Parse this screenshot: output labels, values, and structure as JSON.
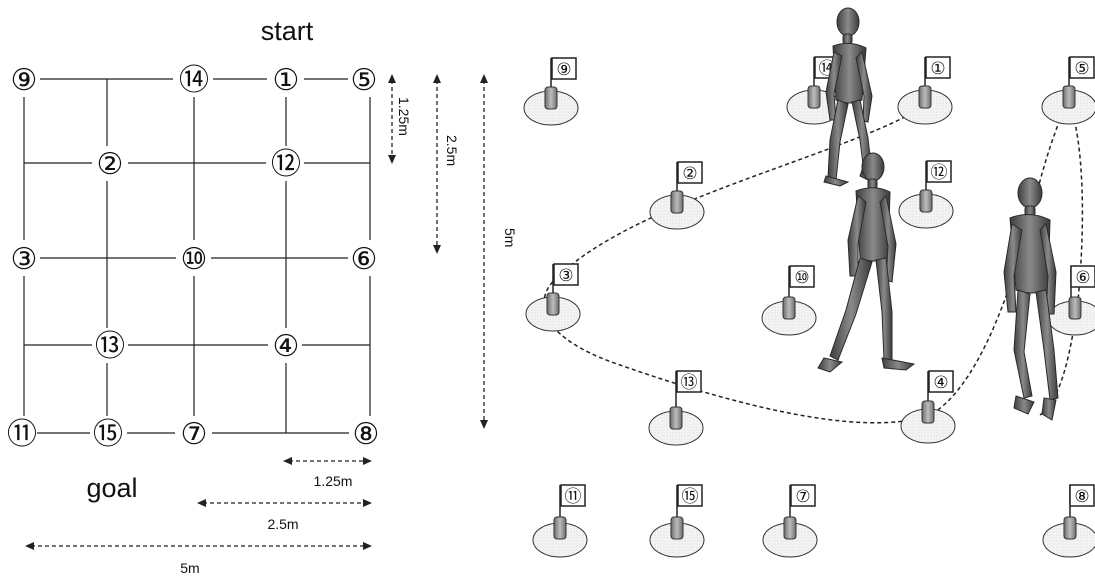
{
  "start_label": "start",
  "goal_label": "goal",
  "grid_nodes": [
    {
      "id": "n9",
      "label": "⑨"
    },
    {
      "id": "n14",
      "label": "⑭"
    },
    {
      "id": "n1",
      "label": "①"
    },
    {
      "id": "n5",
      "label": "⑤"
    },
    {
      "id": "n2",
      "label": "②"
    },
    {
      "id": "n12",
      "label": "⑫"
    },
    {
      "id": "n3",
      "label": "③"
    },
    {
      "id": "n10",
      "label": "⑩"
    },
    {
      "id": "n6",
      "label": "⑥"
    },
    {
      "id": "n13",
      "label": "⑬"
    },
    {
      "id": "n4",
      "label": "④"
    },
    {
      "id": "n11",
      "label": "⑪"
    },
    {
      "id": "n15",
      "label": "⑮"
    },
    {
      "id": "n7",
      "label": "⑦"
    },
    {
      "id": "n8",
      "label": "⑧"
    }
  ],
  "dimensions": {
    "d125": "1.25m",
    "d25": "2.5m",
    "d5": "5m"
  },
  "flag_labels": {
    "f9": "⑨",
    "f14": "⑭",
    "f1": "①",
    "f5": "⑤",
    "f2": "②",
    "f12": "⑫",
    "f3": "③",
    "f10": "⑩",
    "f6": "⑥",
    "f13": "⑬",
    "f4": "④",
    "f11": "⑪",
    "f15": "⑮",
    "f7": "⑦",
    "f8": "⑧"
  },
  "colors": {
    "line": "#222222",
    "marker_fill": "#9a9a9a",
    "figure_fill": "#6b6b6b"
  }
}
